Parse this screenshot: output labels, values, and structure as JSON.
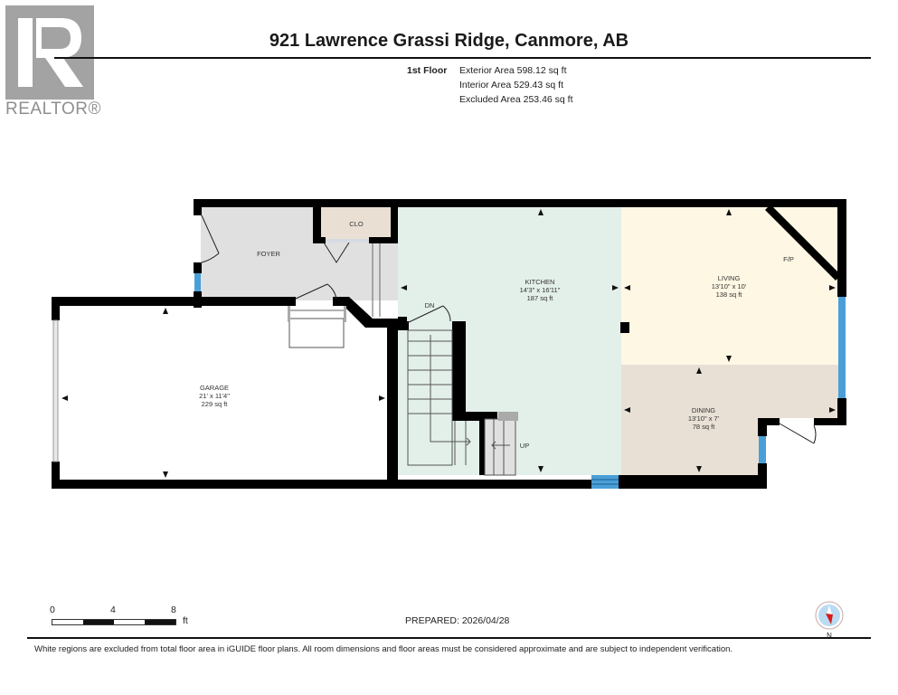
{
  "branding": {
    "logo_letter": "R",
    "logo_text": "REALTOR®"
  },
  "header": {
    "title": "921 Lawrence Grassi Ridge, Canmore, AB",
    "floor_label": "1st Floor",
    "exterior_area": "Exterior Area 598.12 sq ft",
    "interior_area": "Interior Area 529.43 sq ft",
    "excluded_area": "Excluded Area 253.46 sq ft"
  },
  "rooms": [
    {
      "name": "KITCHEN",
      "dims": "14'3\" x 16'11\"",
      "area": "187 sq ft",
      "color": "#e3efe9"
    },
    {
      "name": "LIVING",
      "dims": "13'10\" x 10'",
      "area": "138 sq ft",
      "color": "#fdf7e3"
    },
    {
      "name": "DINING",
      "dims": "13'10\" x 7'",
      "area": "78 sq ft",
      "color": "#e8e0d4"
    },
    {
      "name": "GARAGE",
      "dims": "21' x 11'4\"",
      "area": "229 sq ft",
      "color": "#ffffff"
    },
    {
      "name": "FOYER",
      "color": "#e0e0e0"
    },
    {
      "name": "CLO",
      "color": "#e9e0d3"
    }
  ],
  "annotations": {
    "fireplace": "F/P",
    "stairs_down": "DN",
    "stairs_up": "UP"
  },
  "scale": {
    "ticks": [
      "0",
      "4",
      "8"
    ],
    "unit": "ft"
  },
  "footer": {
    "prepared": "PREPARED: 2026/04/28",
    "disclaimer": "White regions are excluded from total floor area in iGUIDE floor plans. All room dimensions and floor areas must be considered approximate and are subject to independent verification.",
    "compass_label": "N"
  },
  "colors": {
    "wall": "#000000",
    "window": "#4a9fd8",
    "compass_needle": "#d9191c",
    "compass_face": "#b9dcf2"
  }
}
